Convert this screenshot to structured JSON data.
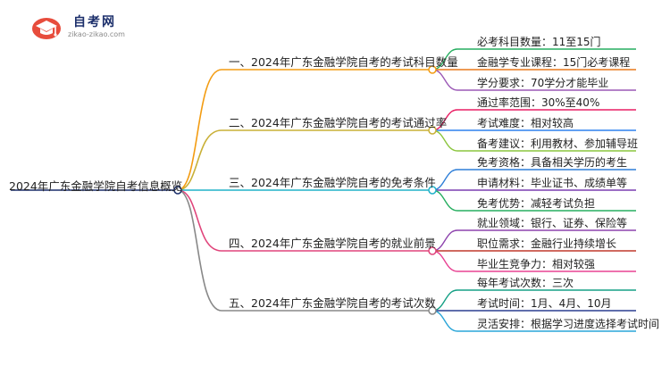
{
  "brand": {
    "title": "自考网",
    "domain": "zikao-zikao.com"
  },
  "root": {
    "label": "2024年广东金融学院自考信息概览"
  },
  "branches": [
    {
      "label": "一、2024年广东金融学院自考的考试科目数量",
      "color": "#f39c12",
      "leaves": [
        "必考科目数量：11至15门",
        "金融学专业课程：15门必考课程",
        "学分要求：70学分才能毕业"
      ]
    },
    {
      "label": "二、2024年广东金融学院自考的考试通过率",
      "color": "#c9b037",
      "leaves": [
        "通过率范围：30%至40%",
        "考试难度：相对较高",
        "备考建议：利用教材、参加辅导班"
      ]
    },
    {
      "label": "三、2024年广东金融学院自考的免考条件",
      "color": "#20b2c9",
      "leaves": [
        "免考资格：具备相关学历的考生",
        "申请材料：毕业证书、成绩单等",
        "免考优势：减轻考试负担"
      ]
    },
    {
      "label": "四、2024年广东金融学院自考的就业前景",
      "color": "#e0457b",
      "leaves": [
        "就业领域：银行、证券、保险等",
        "职位需求：金融行业持续增长",
        "毕业生竞争力：相对较强"
      ]
    },
    {
      "label": "五、2024年广东金融学院自考的考试次数",
      "color": "#888888",
      "leaves": [
        "每年考试次数：三次",
        "考试时间：1月、4月、10月",
        "灵活安排：根据学习进度选择考试时间"
      ]
    }
  ],
  "leafColors": [
    [
      "#27ae60",
      "#e8781c",
      "#9b59b6"
    ],
    [
      "#e91e63",
      "#2f80ed",
      "#8cc63f"
    ],
    [
      "#2f7fd8",
      "#7b3fb0",
      "#27ae60"
    ],
    [
      "#8e44ad",
      "#c0392b",
      "#e84393"
    ],
    [
      "#16a085",
      "#2c3e90",
      "#2aa5d8"
    ]
  ]
}
